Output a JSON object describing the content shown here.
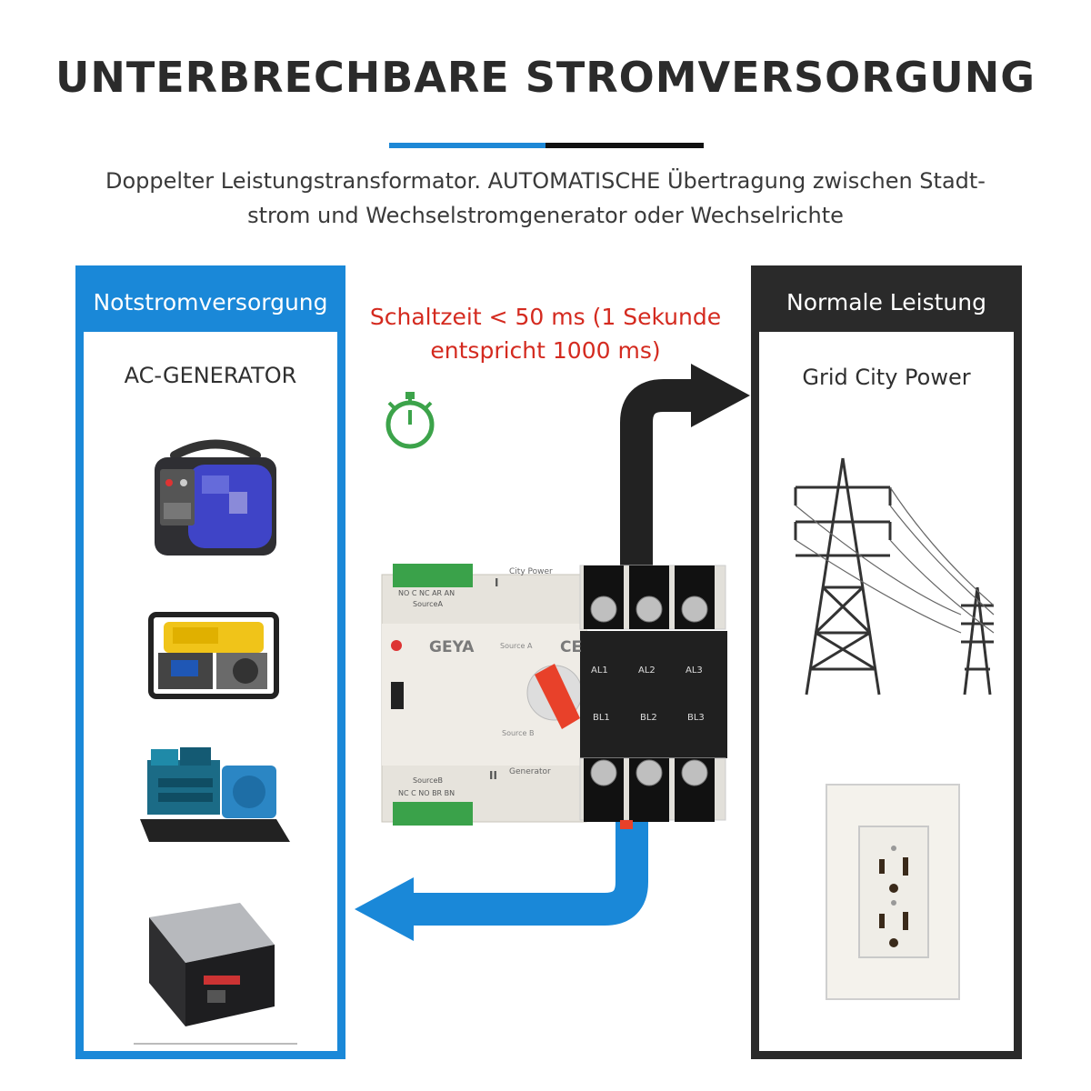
{
  "header": {
    "title": "UNTERBRECHBARE STROMVERSORGUNG",
    "subtitle_line1": "Doppelter Leistungstransformator. AUTOMATISCHE Übertragung zwischen Stadt-",
    "subtitle_line2": "strom und Wechselstromgenerator oder Wechselrichte"
  },
  "left_panel": {
    "heading": "Notstromversorgung",
    "label": "AC-GENERATOR"
  },
  "right_panel": {
    "heading": "Normale Leistung",
    "label": "Grid City Power"
  },
  "switch_note": {
    "line1": "Schaltzeit < 50 ms (1 Sekunde",
    "line2": "entspricht 1000 ms)"
  },
  "device": {
    "brand": "GEYA",
    "ce_mark": "CE",
    "source_a_tag": "City Power",
    "source_b_tag": "Generator",
    "source_a_label": "SourceA",
    "source_b_label": "SourceB",
    "terminal_row_a": "NO C NC AR AN",
    "terminal_row_b": "NC C NO BR BN",
    "top_terminals": [
      "AL1",
      "AL2",
      "AL3"
    ],
    "bottom_terminals": [
      "BL1",
      "BL2",
      "BL3"
    ],
    "roman_one": "I",
    "roman_two": "II",
    "source_a_small": "Source A",
    "source_b_small": "Source B"
  },
  "colors": {
    "blue": "#1a88d8",
    "black": "#2a2a2a",
    "red": "#d42a1f",
    "green": "#3ca34a",
    "device_orange": "#e8412a"
  },
  "icons": [
    "stopwatch-icon",
    "portable-generator-icon",
    "open-frame-generator-icon",
    "diesel-generator-icon",
    "inverter-icon",
    "power-tower-icon",
    "wall-outlet-icon",
    "transfer-switch-icon"
  ]
}
